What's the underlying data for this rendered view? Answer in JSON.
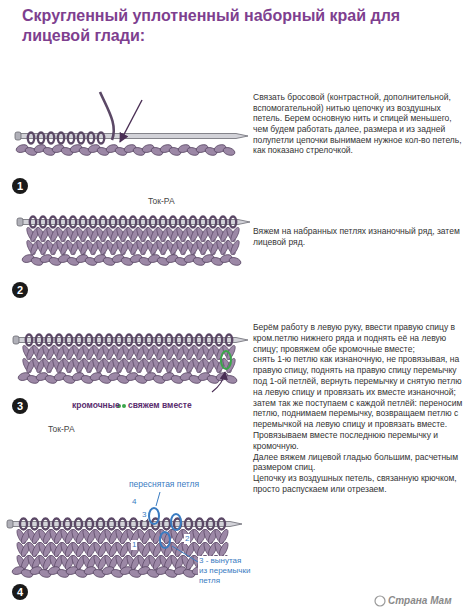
{
  "diagram": {
    "title": "Скругленный уплотненный наборный край для лицевой глади:",
    "labels": [
      "Связать бросовой (контрастной, дополнительной, вспомогательной) нитью цепочку из воздушных петель. Берем основную нить и спицей меньшего, чем будем работать далее, размера и из задней полупетли цепочки вынимаем нужное кол-во петель, как показано стрелочкой.",
      "Ток-РА",
      "1",
      "Вяжем на набранных петлях изнаночный ряд, затем лицевой ряд.",
      "2",
      "Берём работу в левую руку, ввести правую спицу в кром.петлю нижнего ряда и поднять её на левую спицу; провяжем обе кромочные вместе;",
      "снять 1-ю петлю как изнаночную, не провязывая, на правую спицу, поднять на правую спицу перемычку под 1-ой петлёй, вернуть перемычку и снятую петлю на левую спицу и провязать их вместе изнаночной; затем так же поступаем с каждой петлёй: переносим петлю, поднимаем перемычку, возвращаем петлю с перемычкой на левую спицу и провязать вместе.",
      "Провязываем вместе последнюю перемычку и кромочную.",
      "Далее вяжем лицевой гладью большим, расчетным размером спиц.",
      "Цепочку из воздушных петель, связанную крючком, просто распускаем или отрезаем.",
      "кромочные",
      "свяжем вместе",
      "3",
      "Ток-РА",
      "переснятая петля",
      "4",
      "3",
      "2",
      "1",
      "3 - вынутая из перемычки петля",
      "4",
      "Страна Мам"
    ]
  }
}
